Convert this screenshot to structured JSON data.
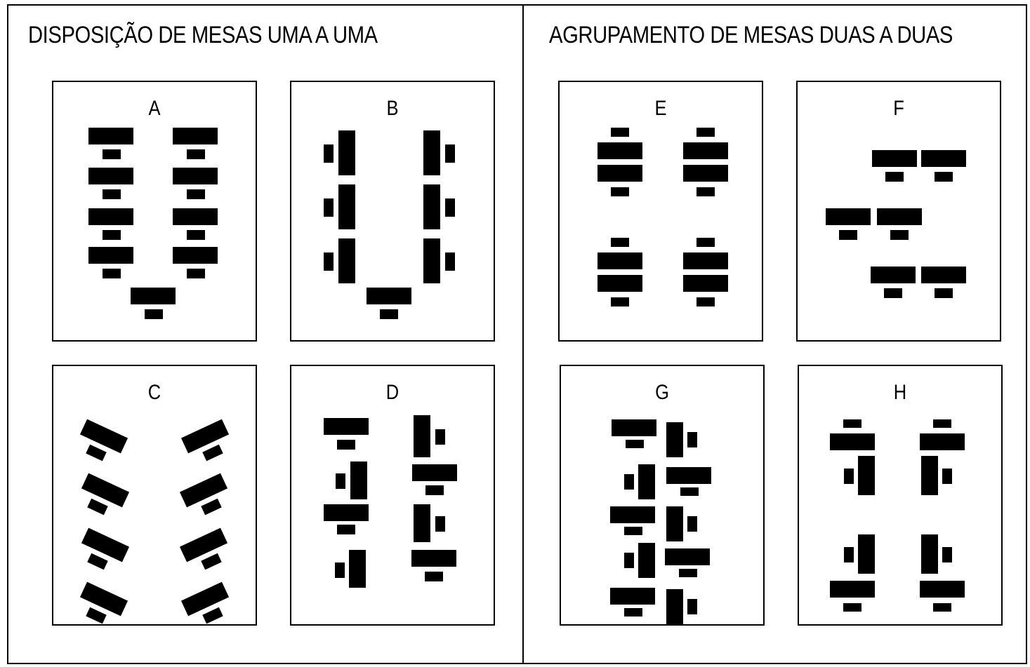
{
  "sections": [
    {
      "title": "DISPOSIÇÃO DE MESAS UMA A UMA",
      "panels": [
        {
          "label": "A"
        },
        {
          "label": "B"
        },
        {
          "label": "C"
        },
        {
          "label": "D"
        }
      ]
    },
    {
      "title": "AGRUPAMENTO DE MESAS DUAS A DUAS",
      "panels": [
        {
          "label": "E"
        },
        {
          "label": "F"
        },
        {
          "label": "G"
        },
        {
          "label": "H"
        }
      ]
    }
  ],
  "colors": {
    "ink": "#000000",
    "background": "#ffffff"
  }
}
